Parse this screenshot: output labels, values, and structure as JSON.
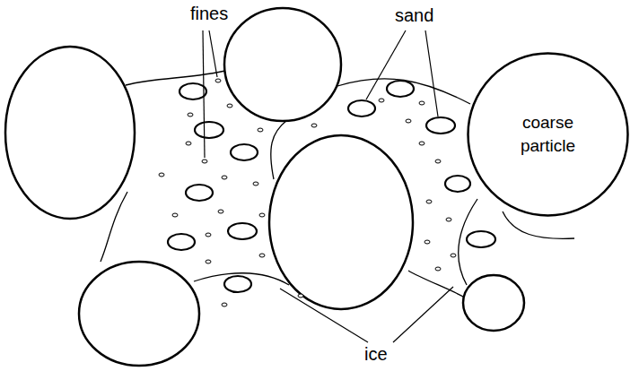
{
  "diagram": {
    "nodes": [
      {
        "text": [
          "coarse particle"
        ]
      }
    ],
    "labels": [
      "fines",
      "sand",
      "ice"
    ]
  }
}
